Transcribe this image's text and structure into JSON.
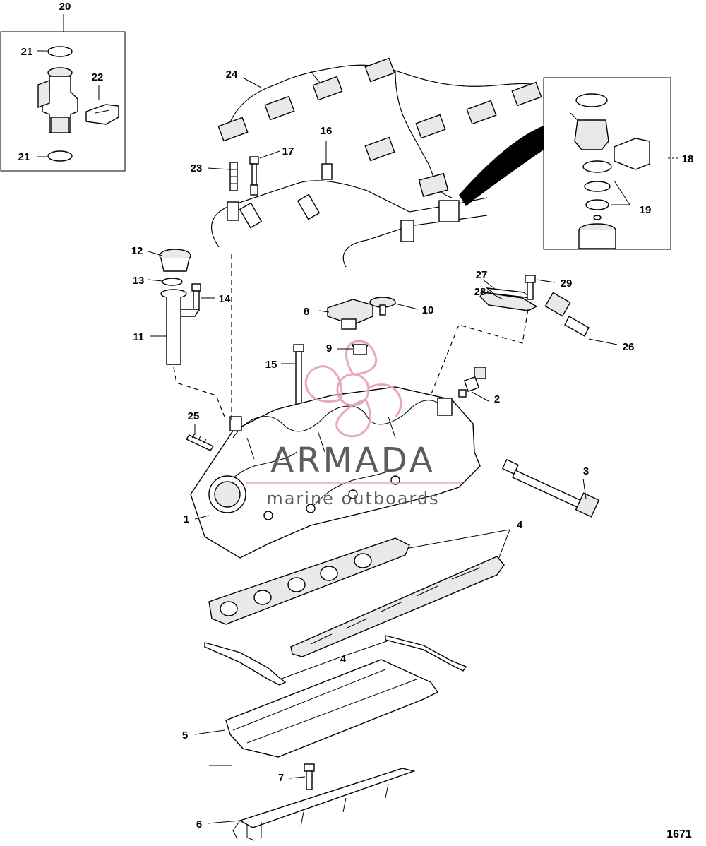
{
  "callouts": {
    "c1": "1",
    "c2": "2",
    "c3": "3",
    "c4a": "4",
    "c4b": "4",
    "c5": "5",
    "c6": "6",
    "c7": "7",
    "c8": "8",
    "c9": "9",
    "c10": "10",
    "c11": "11",
    "c12": "12",
    "c13": "13",
    "c14": "14",
    "c15": "15",
    "c16": "16",
    "c17": "17",
    "c18": "18",
    "c19": "19",
    "c20": "20",
    "c21a": "21",
    "c21b": "21",
    "c22": "22",
    "c23": "23",
    "c24": "24",
    "c25": "25",
    "c26": "26",
    "c27": "27",
    "c28": "28",
    "c29": "29"
  },
  "watermark": {
    "brand": "ARMADA",
    "tagline": "marine outboards"
  },
  "figure_number": "1671",
  "colors": {
    "line": "#000000",
    "watermark_pink": "#e6a3c3",
    "watermark_gray": "#555555"
  }
}
